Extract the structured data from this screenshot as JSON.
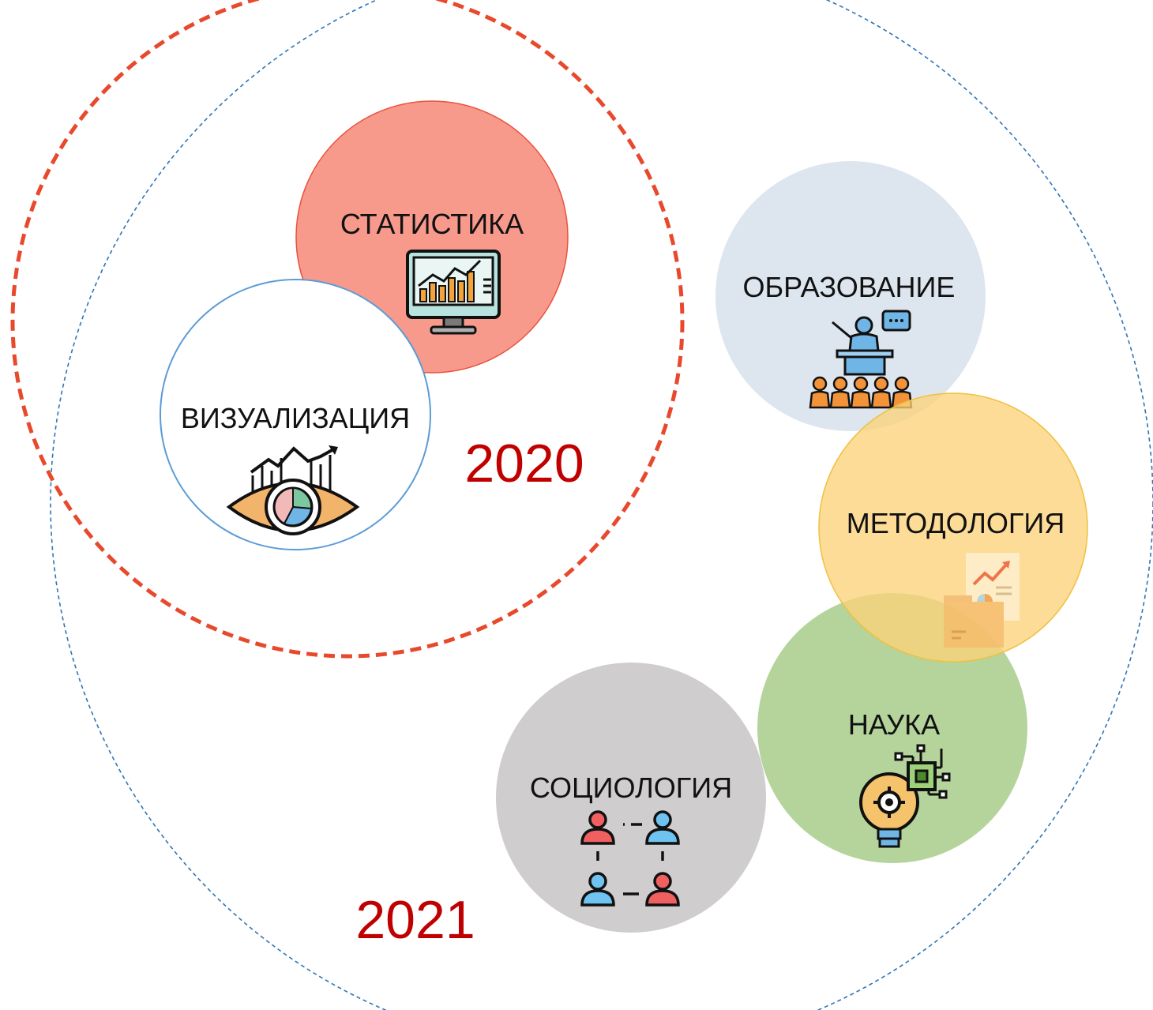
{
  "colors": {
    "year_text": "#c00000",
    "outer_2021_stroke": "#2e75b6",
    "outer_2020_stroke": "#e8492c",
    "statistika_fill": "#f79a8c",
    "obrazovanie_fill": "#dde6ef",
    "metodologia_fill": "#fbd27a",
    "nauka_fill": "#a8cd8a",
    "sociologia_fill": "#cfcdce",
    "vizualizacia_stroke": "#5b9bd5"
  },
  "years": {
    "outer": "2021",
    "inner": "2020"
  },
  "topics": {
    "statistika": {
      "label": "СТАТИСТИКА",
      "icon": "monitor-chart-icon"
    },
    "vizualizacia": {
      "label": "ВИЗУАЛИЗАЦИЯ",
      "icon": "eye-chart-icon"
    },
    "obrazovanie": {
      "label": "ОБРАЗОВАНИЕ",
      "icon": "lecture-audience-icon"
    },
    "metodologia": {
      "label": "МЕТОДОЛОГИЯ",
      "icon": "folder-report-icon"
    },
    "nauka": {
      "label": "НАУКА",
      "icon": "lightbulb-chip-icon"
    },
    "sociologia": {
      "label": "СОЦИОЛОГИЯ",
      "icon": "people-network-icon"
    }
  }
}
